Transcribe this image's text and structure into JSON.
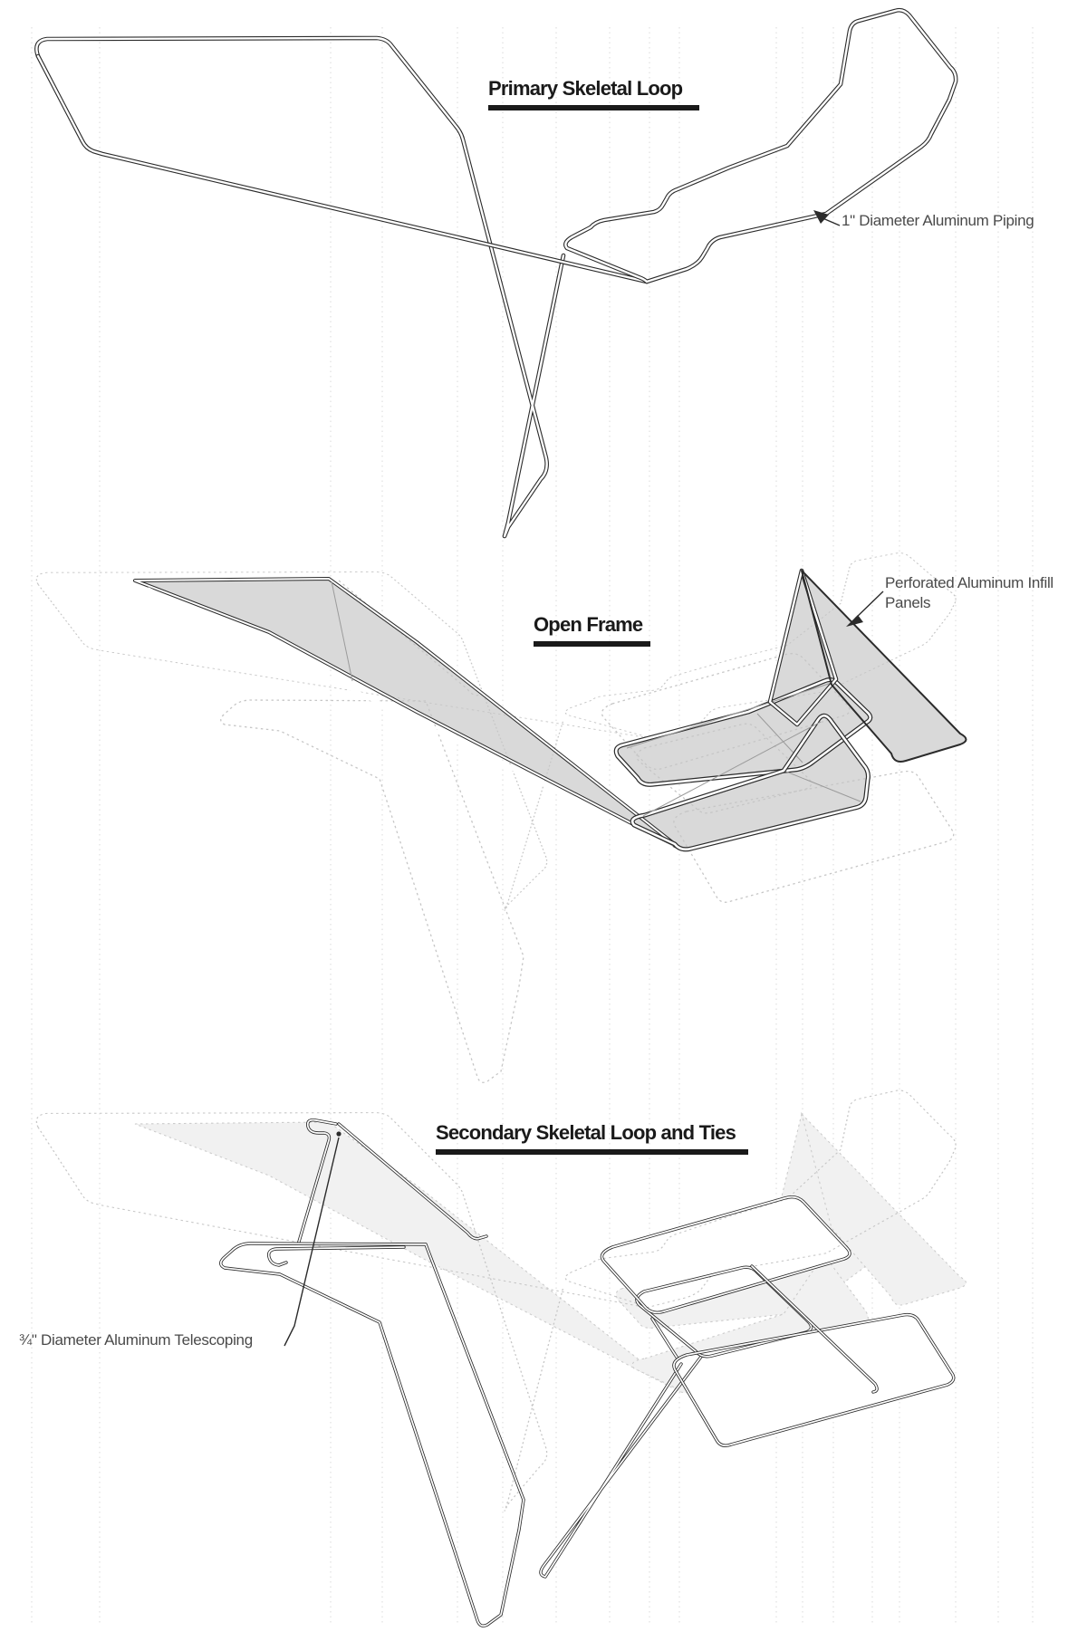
{
  "figure": {
    "type": "exploded-axonometric-diagram",
    "views": [
      {
        "title": "Primary Skeletal Loop",
        "annotation": {
          "lines": [
            "1\" Diameter Aluminum Piping"
          ]
        }
      },
      {
        "title": "Open Frame",
        "annotation": {
          "lines": [
            "Perforated Aluminum Infill",
            "Panels"
          ]
        }
      },
      {
        "title": "Secondary Skeletal Loop and Ties",
        "annotation": {
          "lines": [
            "¾\" Diameter Aluminum Telescoping"
          ]
        }
      }
    ],
    "colors": {
      "pipe": "#2b2b2b",
      "panel_fill": "#d9d9d9",
      "ghost_fill": "#f1f1f1",
      "ghost_line": "#c6c6c6",
      "construction_line": "#dadada",
      "title_text": "#1a1a1a",
      "annotation_text": "#4a4a4a"
    }
  }
}
